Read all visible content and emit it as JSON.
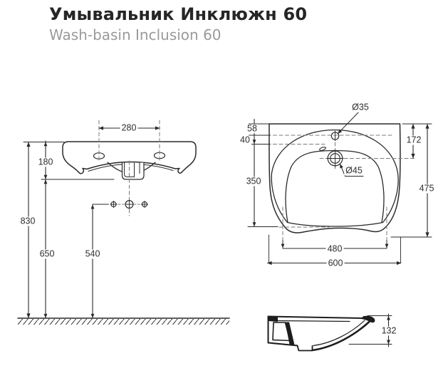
{
  "header": {
    "title": "Умывальник Инклюжн 60",
    "subtitle": "Wash-basin Inclusion 60"
  },
  "front_view": {
    "tap_hole_spacing": "280",
    "basin_body_height": "180",
    "rim_height_from_floor": "830",
    "underside_height_from_floor": "650",
    "drain_height_from_floor": "540"
  },
  "top_view": {
    "tap_hole_diameter": "Ø35",
    "back_edge_to_tap_line": "58",
    "tap_line_to_bowl_line": "40",
    "overflow_hole_diameter": "Ø45",
    "back_edge_to_overflow": "172",
    "bowl_zone_depth": "350",
    "overall_depth": "475",
    "mounting_width": "480",
    "overall_width": "600"
  },
  "side_view": {
    "front_edge_height": "132"
  },
  "colors": {
    "line": "#2a2a2a",
    "dashed_line": "#7a7a7a",
    "title_text": "#262626",
    "subtitle_text": "#9a9a9a",
    "background": "#ffffff"
  }
}
